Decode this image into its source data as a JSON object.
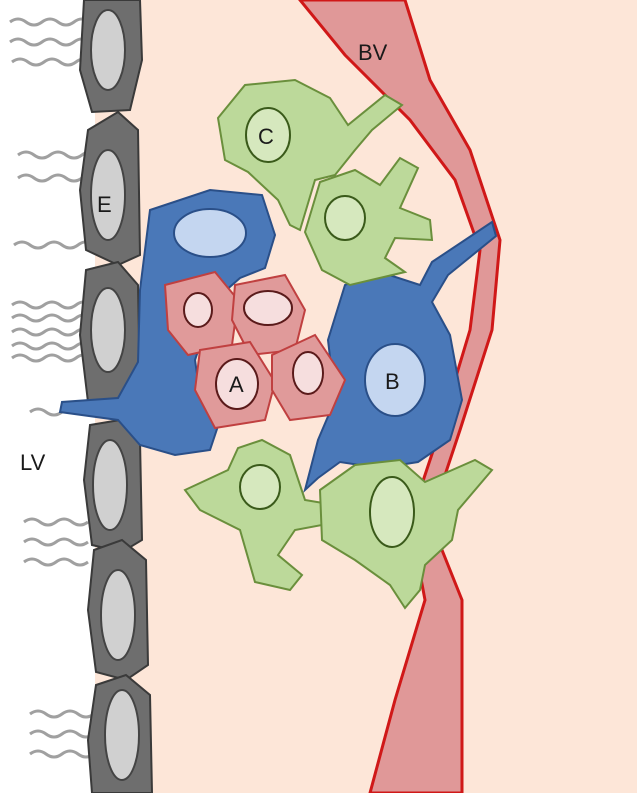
{
  "labels": {
    "blood_vessel": "BV",
    "lymphatic_vessel": "LV",
    "endothelial_cell": "E",
    "cell_a": "A",
    "cell_b": "B",
    "cell_c": "C"
  },
  "colors": {
    "background": "#fde6d8",
    "lumen": "#ffffff",
    "endothelium": "#6e6e6e",
    "endothelium_nucleus": "#d0d0d0",
    "blood_vessel_fill": "#e09898",
    "blood_vessel_stroke": "#d01818",
    "green_cell": "#bcd99a",
    "green_cell_stroke": "#6a8f3c",
    "blue_cell": "#4a78b8",
    "blue_nucleus": "#c4d6f0",
    "red_cell": "#e09a9a",
    "red_cell_stroke": "#c04040",
    "filament": "#9a9a9a"
  }
}
